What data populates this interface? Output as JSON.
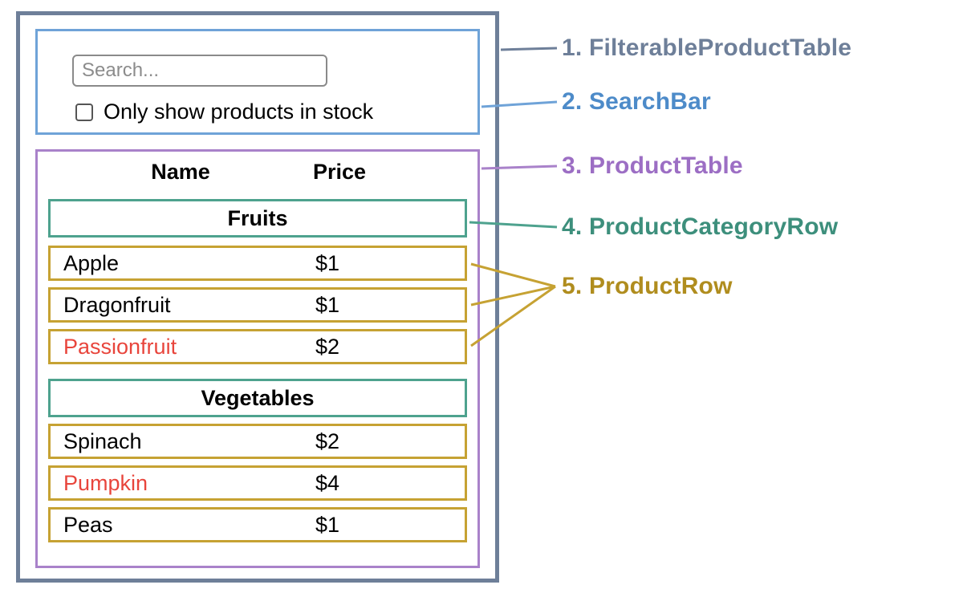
{
  "colors": {
    "filterable_product_table": "#6e7f99",
    "search_bar": "#6fa3d8",
    "product_table": "#a982ca",
    "product_category_row": "#4ea28e",
    "product_row": "#c6a233",
    "out_of_stock_text": "#e8453c",
    "label_1": "#6e7f99",
    "label_2": "#4d8bc9",
    "label_3": "#9c6ec4",
    "label_4": "#3d8f7c",
    "label_5": "#b08d1e"
  },
  "search_bar": {
    "input_placeholder": "Search...",
    "checkbox_label": "Only show products in stock",
    "checkbox_checked": false
  },
  "product_table": {
    "headers": {
      "name": "Name",
      "price": "Price"
    },
    "categories": [
      {
        "label": "Fruits",
        "rows": [
          {
            "name": "Apple",
            "price": "$1",
            "name_red": false
          },
          {
            "name": "Dragonfruit",
            "price": "$1",
            "name_red": false
          },
          {
            "name": "Passionfruit",
            "price": "$2",
            "name_red": true
          }
        ]
      },
      {
        "label": "Vegetables",
        "rows": [
          {
            "name": "Spinach",
            "price": "$2",
            "name_red": false
          },
          {
            "name": "Pumpkin",
            "price": "$4",
            "name_red": true
          },
          {
            "name": "Peas",
            "price": "$1",
            "name_red": false
          }
        ]
      }
    ]
  },
  "annotations": [
    {
      "label": "1. FilterableProductTable"
    },
    {
      "label": "2. SearchBar"
    },
    {
      "label": "3. ProductTable"
    },
    {
      "label": "4. ProductCategoryRow"
    },
    {
      "label": "5. ProductRow"
    }
  ]
}
